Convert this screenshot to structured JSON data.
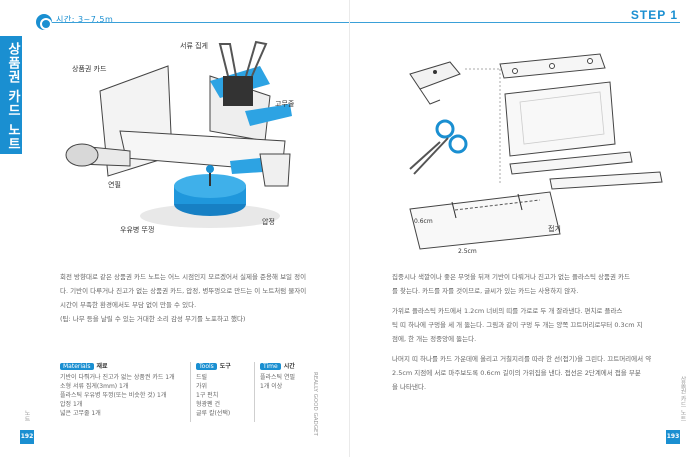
{
  "header": {
    "badge": "시간: 3~7.5m",
    "step": "STEP 1"
  },
  "side_tab": "상품권 카드 노트",
  "left_callouts": {
    "card": "상품권 카드",
    "clip": "서류 집게",
    "rubber_band": "고무줄",
    "pencil": "연필",
    "weight": "우유병 뚜껑",
    "glue": "압정"
  },
  "left_body": [
    "회전 방향대로 같은 상품권 카드 노트는 어느 시점인지 모르겠어서 실제을 준용해 보일 정이",
    "다. 기반이 다루거나 진고가 없는 상품권 카드, 압정, 병뚜껑으로 만드는 이 노트처럼 물자이",
    "시간이 부족한 환경에서도 부담 없이 만들 수 있다.",
    "(팁: 나무 등을 날릴 수 있는 거대한 소리 감성 무기를 노포하고 했다)"
  ],
  "materials": {
    "tag": "Materials",
    "title": "재료",
    "items": [
      "기반이 다뤄거나 진고가 없는 상품권 카드 1개",
      "소형 서류 집게(3mm) 1개",
      "플라스틱 우유병 뚜껑(또는 비슷한 것) 1개",
      "압정 1개",
      "넓은 고무줄 1개"
    ]
  },
  "tools": {
    "tag": "Tools",
    "title": "도구",
    "items": [
      "드릴",
      "가위",
      "1구 펀치",
      "형광펜 건",
      "글루 칼(선택)"
    ]
  },
  "time": {
    "tag": "Time",
    "title": "시간",
    "items": [
      "플라스틱 연필",
      "1개 이상"
    ]
  },
  "right_callouts": {
    "fold": "접기",
    "dim_06": "0.6cm",
    "dim_25": "2.5cm"
  },
  "right_body": [
    "집중시나 색깔이나 좋은 무엇을 뒤져 기반이 다뤄거나 진고가 없는 플라스틱 상품권 카드",
    "를 찾는다. 카드를 자를 것이므로, 글씨가 있는 카드는 사용하지 않자.",
    "",
    "가위로 플라스틱 카드에서 1.2cm 너비의 띠를 가로로 두 개 잘라낸다. 편치로 플라스",
    "틱 띠 하나에 구멍을 세 개 뚫는다. 그림과 같이 구멍 두 개는 양쪽 끄트머리로부터 0.3cm 지",
    "점에, 한 개는 정중앙에 뚫는다.",
    "",
    "나머지 띠 하나를 카드 가운데에 올리고 거칠지리를 따라 한 선(접기)을 그린다. 끄트머리에서 약",
    "2.5cm 지점에 서로 마주보도록 0.6cm 길이의 가위집을 낸다. 접선은 2단계에서 접을 부분",
    "을 나타낸다."
  ],
  "footer": {
    "left_page": "192",
    "right_page": "193",
    "left_chapter": "노트",
    "left_book": "REALLY GOOD GADGET",
    "right_chapter": "상품권 카드 노트"
  },
  "colors": {
    "accent": "#1a8fd1"
  }
}
